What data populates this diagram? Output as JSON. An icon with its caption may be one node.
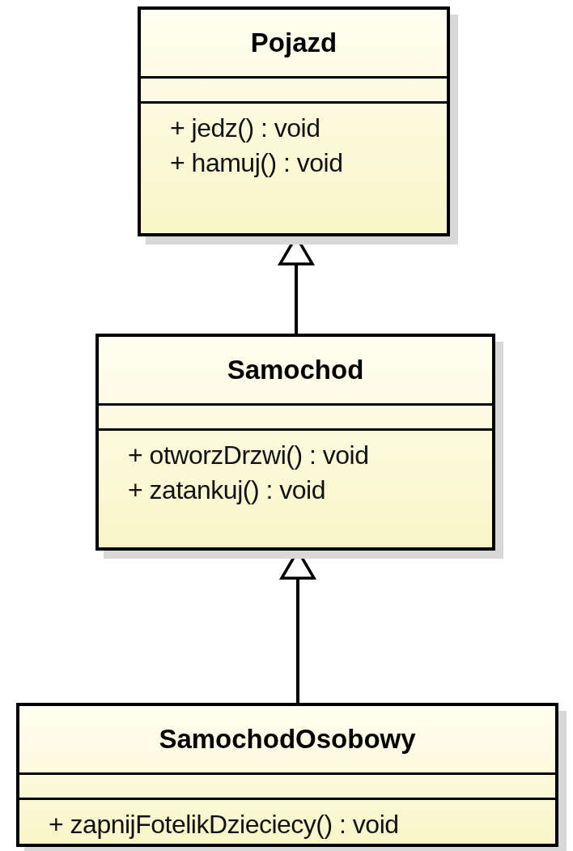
{
  "diagram": {
    "nodes": [
      {
        "text": [
          "Pojazd",
          "+ jedz() : void",
          "+ hamuj() : void"
        ]
      },
      {
        "text": [
          "Samochod",
          "+ otworzDrzwi() : void",
          "+ zatankuj() : void"
        ]
      },
      {
        "text": [
          "SamochodOsobowy",
          "+ zapnijFotelikDzieciecy() : void"
        ]
      }
    ],
    "edges": [
      {
        "from": 1,
        "to": 0,
        "arrow": "to"
      },
      {
        "from": 2,
        "to": 1,
        "arrow": "to"
      }
    ]
  }
}
